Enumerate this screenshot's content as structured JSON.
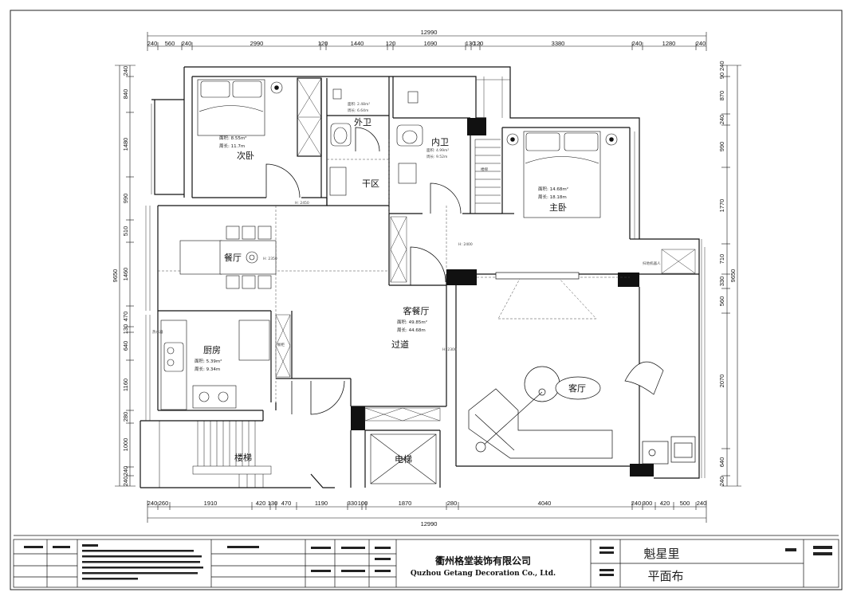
{
  "dimensions": {
    "total_width": "12990",
    "top_segments": [
      "240",
      "560",
      "240",
      "2990",
      "120",
      "1440",
      "120",
      "1690",
      "130",
      "3380",
      "240",
      "1280",
      "240"
    ],
    "top_segment_note": "120",
    "bottom_segments": [
      "240",
      "260",
      "1910",
      "420",
      "130",
      "470",
      "1190",
      "330",
      "100",
      "1870",
      "280",
      "4040",
      "240",
      "300",
      "420",
      "500",
      "240"
    ],
    "left_segments": [
      "240",
      "840",
      "1480",
      "990",
      "510",
      "1460",
      "470",
      "130",
      "640",
      "1160",
      "280",
      "1000",
      "240",
      "240"
    ],
    "left_total": "9650",
    "right_segments": [
      "240",
      "870",
      "240",
      "990",
      "1770",
      "710",
      "330",
      "560",
      "2070",
      "640",
      "240"
    ],
    "right_top_extra": "90",
    "right_total": "9650"
  },
  "rooms": {
    "second_bedroom": {
      "name": "次卧",
      "area": "面积: 8.55m²",
      "perimeter": "周长: 11.7m"
    },
    "outer_bath": {
      "name": "外卫",
      "area": "面积: 2.48m²",
      "perimeter": "周长: 6.64m"
    },
    "inner_bath": {
      "name": "内卫",
      "area": "面积: 4.99m²",
      "perimeter": "周长: 9.52m"
    },
    "dry_zone": {
      "name": "干区"
    },
    "master_bedroom": {
      "name": "主卧",
      "area": "面积: 14.68m²",
      "perimeter": "周长: 18.18m"
    },
    "dining": {
      "name": "餐厅"
    },
    "living_dining": {
      "name": "客餐厅",
      "area": "面积: 49.85m²",
      "perimeter": "周长: 44.68m"
    },
    "corridor": {
      "name": "过道"
    },
    "kitchen": {
      "name": "厨房",
      "area": "面积: 5.39m²",
      "perimeter": "周长: 9.34m"
    },
    "living": {
      "name": "客厅"
    },
    "stairs": {
      "name": "楼梯"
    },
    "elevator": {
      "name": "电梯"
    }
  },
  "small_labels": {
    "water_heater": "热水器",
    "cabinet": "橱柜",
    "cleaning": "扫地机器人",
    "stair_note": "楼梯",
    "h2450": "H: 2450",
    "h2350": "H: 2350",
    "h2400": "H: 2400",
    "h2300": "H: 2300"
  },
  "title_block": {
    "company_cn": "衢州格堂装饰有限公司",
    "company_en": "Quzhou Getang Decoration Co., Ltd.",
    "project_title": "魁星里",
    "drawing_title": "平面布"
  }
}
